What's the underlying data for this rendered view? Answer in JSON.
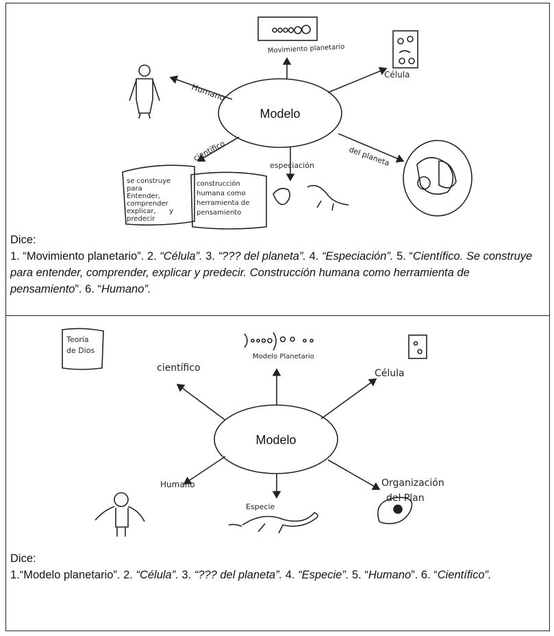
{
  "panel_top": {
    "model_label": "Modelo",
    "handwritten": {
      "planet_movement": "Movimiento planetario",
      "cell": "Célula",
      "human": "Humano",
      "scientific": "científico",
      "speciation": "especiación",
      "planet": "del planeta",
      "box1": [
        "se construye",
        "para",
        "Entender,",
        "comprender",
        "explicar,",
        "y",
        "predecir"
      ],
      "box2": [
        "construcción",
        "humana como",
        "herramienta de",
        "pensamiento"
      ]
    },
    "caption_heading": "Dice:",
    "caption_parts": [
      {
        "t": "1. “Movimiento planetario”. 2. ",
        "i": false
      },
      {
        "t": "“Célula”.",
        "i": true
      },
      {
        "t": " 3. ",
        "i": false
      },
      {
        "t": "“??? del planeta”.",
        "i": true
      },
      {
        "t": " 4. ",
        "i": false
      },
      {
        "t": "“Especiación”.",
        "i": true
      },
      {
        "t": " 5. “",
        "i": false
      },
      {
        "t": "Científico. Se construye para entender, comprender, explicar y predecir. Construcción humana como herramienta de pensamiento",
        "i": true
      },
      {
        "t": "”. 6. “",
        "i": false
      },
      {
        "t": "Humano”.",
        "i": true
      }
    ]
  },
  "panel_bottom": {
    "model_label": "Modelo",
    "handwritten": {
      "theory": [
        "Teoría",
        "de Dios"
      ],
      "planet_model": "Modelo Planetario",
      "scientific": "científico",
      "cell": "Célula",
      "human": "Humano",
      "species": "Especie",
      "planet1": "Organización",
      "planet2": "del Plan"
    },
    "caption_heading": "Dice:",
    "caption_parts": [
      {
        "t": "1.“Modelo planetario",
        "i": false
      },
      {
        "t": "”. 2. ",
        "i": false
      },
      {
        "t": "“Célula”.",
        "i": true
      },
      {
        "t": " 3. ",
        "i": false
      },
      {
        "t": "“??? del planeta”.",
        "i": true
      },
      {
        "t": " 4. ",
        "i": false
      },
      {
        "t": "“Especie”.",
        "i": true
      },
      {
        "t": " 5. “",
        "i": false
      },
      {
        "t": "Humano",
        "i": true
      },
      {
        "t": "”.",
        "i": false
      },
      {
        "t": " 6. “",
        "i": false
      },
      {
        "t": "Científico”.",
        "i": true
      }
    ]
  }
}
